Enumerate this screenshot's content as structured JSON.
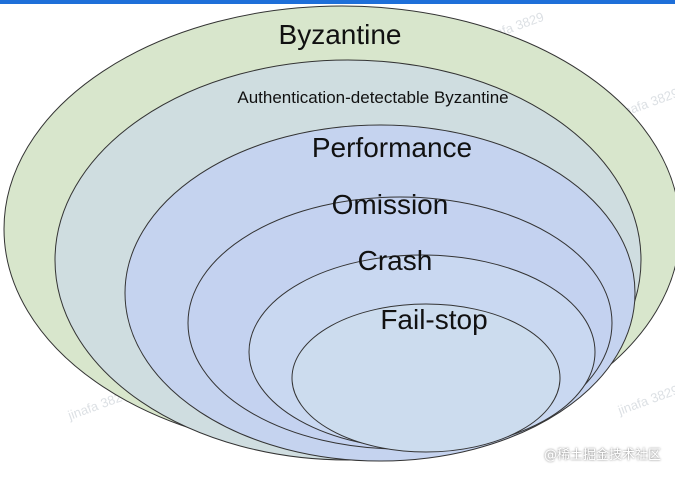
{
  "diagram": {
    "levels": [
      {
        "label": "Byzantine",
        "fill": "#d8e6cc"
      },
      {
        "label": "Authentication-detectable Byzantine",
        "fill": "#cfdde0"
      },
      {
        "label": "Performance",
        "fill": "#c5d3ef"
      },
      {
        "label": "Omission",
        "fill": "#c4d2f0"
      },
      {
        "label": "Crash",
        "fill": "#c9d8f1"
      },
      {
        "label": "Fail-stop",
        "fill": "#ccdcee"
      }
    ]
  },
  "watermark": {
    "text": "jinafa 3829"
  },
  "site_mark": {
    "text": "@稀土掘金技术社区"
  }
}
